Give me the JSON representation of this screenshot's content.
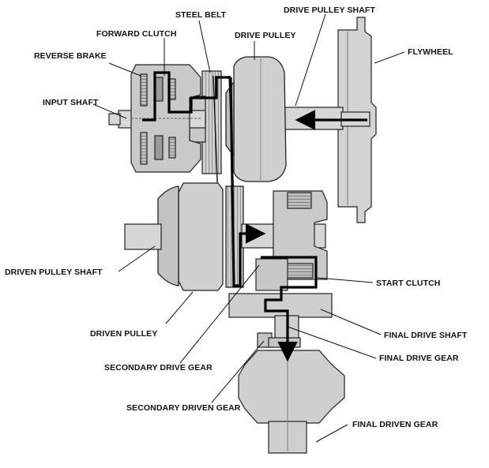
{
  "labels": {
    "steel_belt": "STEEL BELT",
    "drive_pulley_shaft": "DRIVE PULLEY SHAFT",
    "forward_clutch": "FORWARD CLUTCH",
    "drive_pulley": "DRIVE PULLEY",
    "reverse_brake": "REVERSE BRAKE",
    "flywheel": "FLYWHEEL",
    "input_shaft": "INPUT SHAFT",
    "driven_pulley_shaft": "DRIVEN PULLEY SHAFT",
    "start_clutch": "START CLUTCH",
    "driven_pulley": "DRIVEN PULLEY",
    "final_drive_shaft": "FINAL DRIVE SHAFT",
    "final_drive_gear": "FINAL DRIVE GEAR",
    "secondary_drive_gear": "SECONDARY DRIVE GEAR",
    "secondary_driven_gear": "SECONDARY DRIVEN GEAR",
    "final_driven_gear": "FINAL DRIVEN GEAR"
  },
  "colors": {
    "metal_fill": "#cfcfcf",
    "metal_dark": "#9a9a9a",
    "outline": "#222222",
    "power_flow": "#000000"
  }
}
